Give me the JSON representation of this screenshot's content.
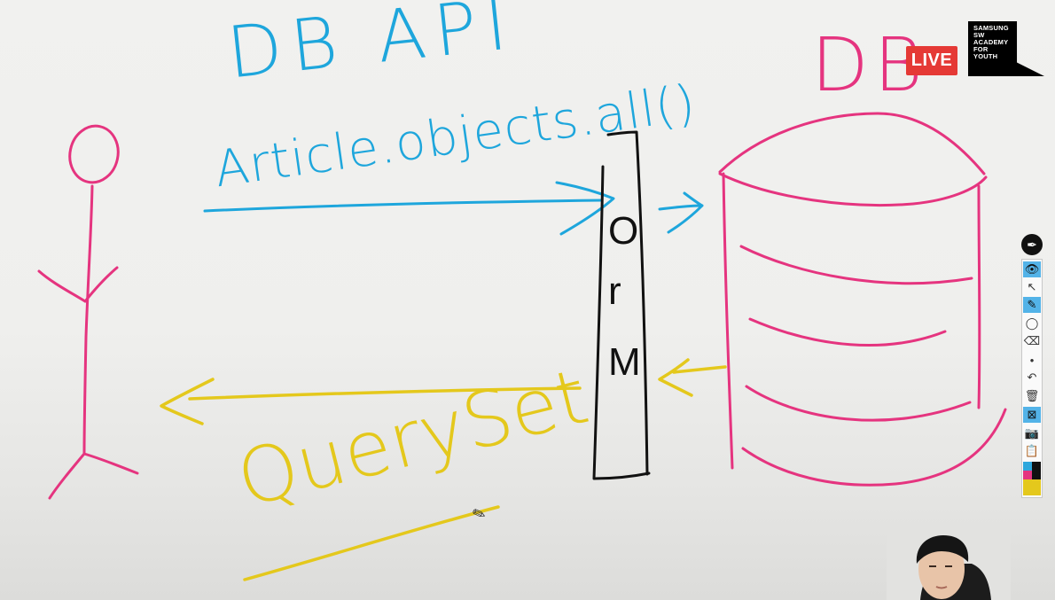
{
  "whiteboard": {
    "title_text": "DB API",
    "method_text": "Article.objects.all()",
    "db_label": "DB",
    "orm_letters": [
      "O",
      "r",
      "M"
    ],
    "queryset_text": "QuerySet",
    "colors": {
      "blue": "#1ea6dc",
      "pink": "#e5347f",
      "yellow": "#e4c81c",
      "black": "#111111"
    }
  },
  "overlay": {
    "live_badge": "LIVE",
    "logo_lines": [
      "SAMSUNG",
      "SW",
      "ACADEMY",
      "FOR",
      "YOUTH"
    ]
  },
  "toolbar": {
    "tools": [
      {
        "name": "eye-icon",
        "glyph": "👁",
        "active": true
      },
      {
        "name": "pointer-icon",
        "glyph": "↖",
        "active": false
      },
      {
        "name": "pen-icon",
        "glyph": "✎",
        "active": true
      },
      {
        "name": "lasso-icon",
        "glyph": "◯",
        "active": false
      },
      {
        "name": "eraser-icon",
        "glyph": "⌫",
        "active": false
      },
      {
        "name": "dot-icon",
        "glyph": "•",
        "active": false
      },
      {
        "name": "undo-icon",
        "glyph": "↶",
        "active": false
      },
      {
        "name": "trash-icon",
        "glyph": "🗑",
        "active": false
      },
      {
        "name": "clear-icon",
        "glyph": "⊠",
        "active": true
      },
      {
        "name": "camera-icon",
        "glyph": "📷",
        "active": false
      },
      {
        "name": "clipboard-icon",
        "glyph": "📋",
        "active": false
      }
    ],
    "swatches": [
      "#2fa7dc",
      "#111111",
      "#e5347f",
      "#e4c81c"
    ]
  }
}
